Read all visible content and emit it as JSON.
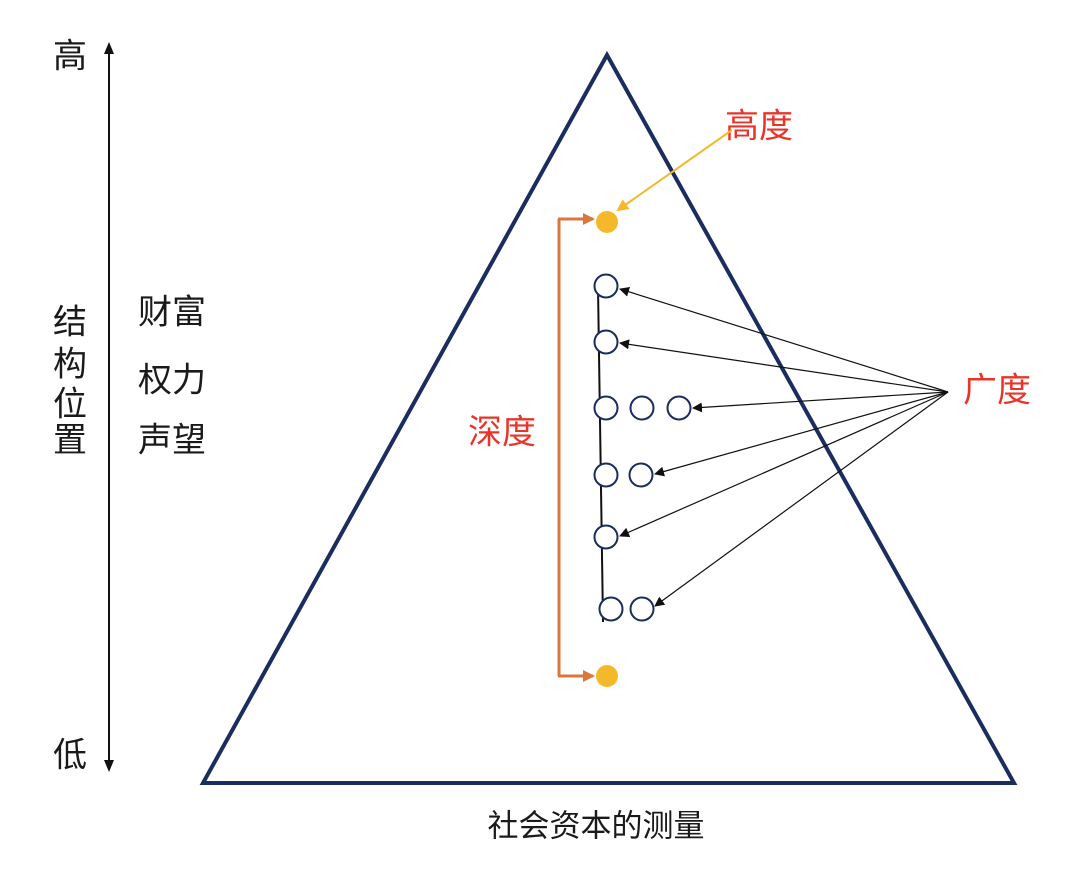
{
  "axis": {
    "top_label": "高",
    "bottom_label": "低",
    "vertical_label": [
      "结",
      "构",
      "位",
      "置"
    ]
  },
  "resources": [
    "财富",
    "权力",
    "声望"
  ],
  "labels": {
    "height": "高度",
    "depth": "深度",
    "breadth": "广度"
  },
  "caption": "社会资本的测量",
  "colors": {
    "triangle": "#1b2d5e",
    "node_outline": "#1b2d5e",
    "highlight_node": "#f5b829",
    "depth_bracket": "#d9773e",
    "height_arrow": "#f5b829",
    "label_red": "#e8352b",
    "text": "#1a1a1a"
  },
  "node_rows": [
    1,
    1,
    3,
    2,
    1,
    2
  ]
}
